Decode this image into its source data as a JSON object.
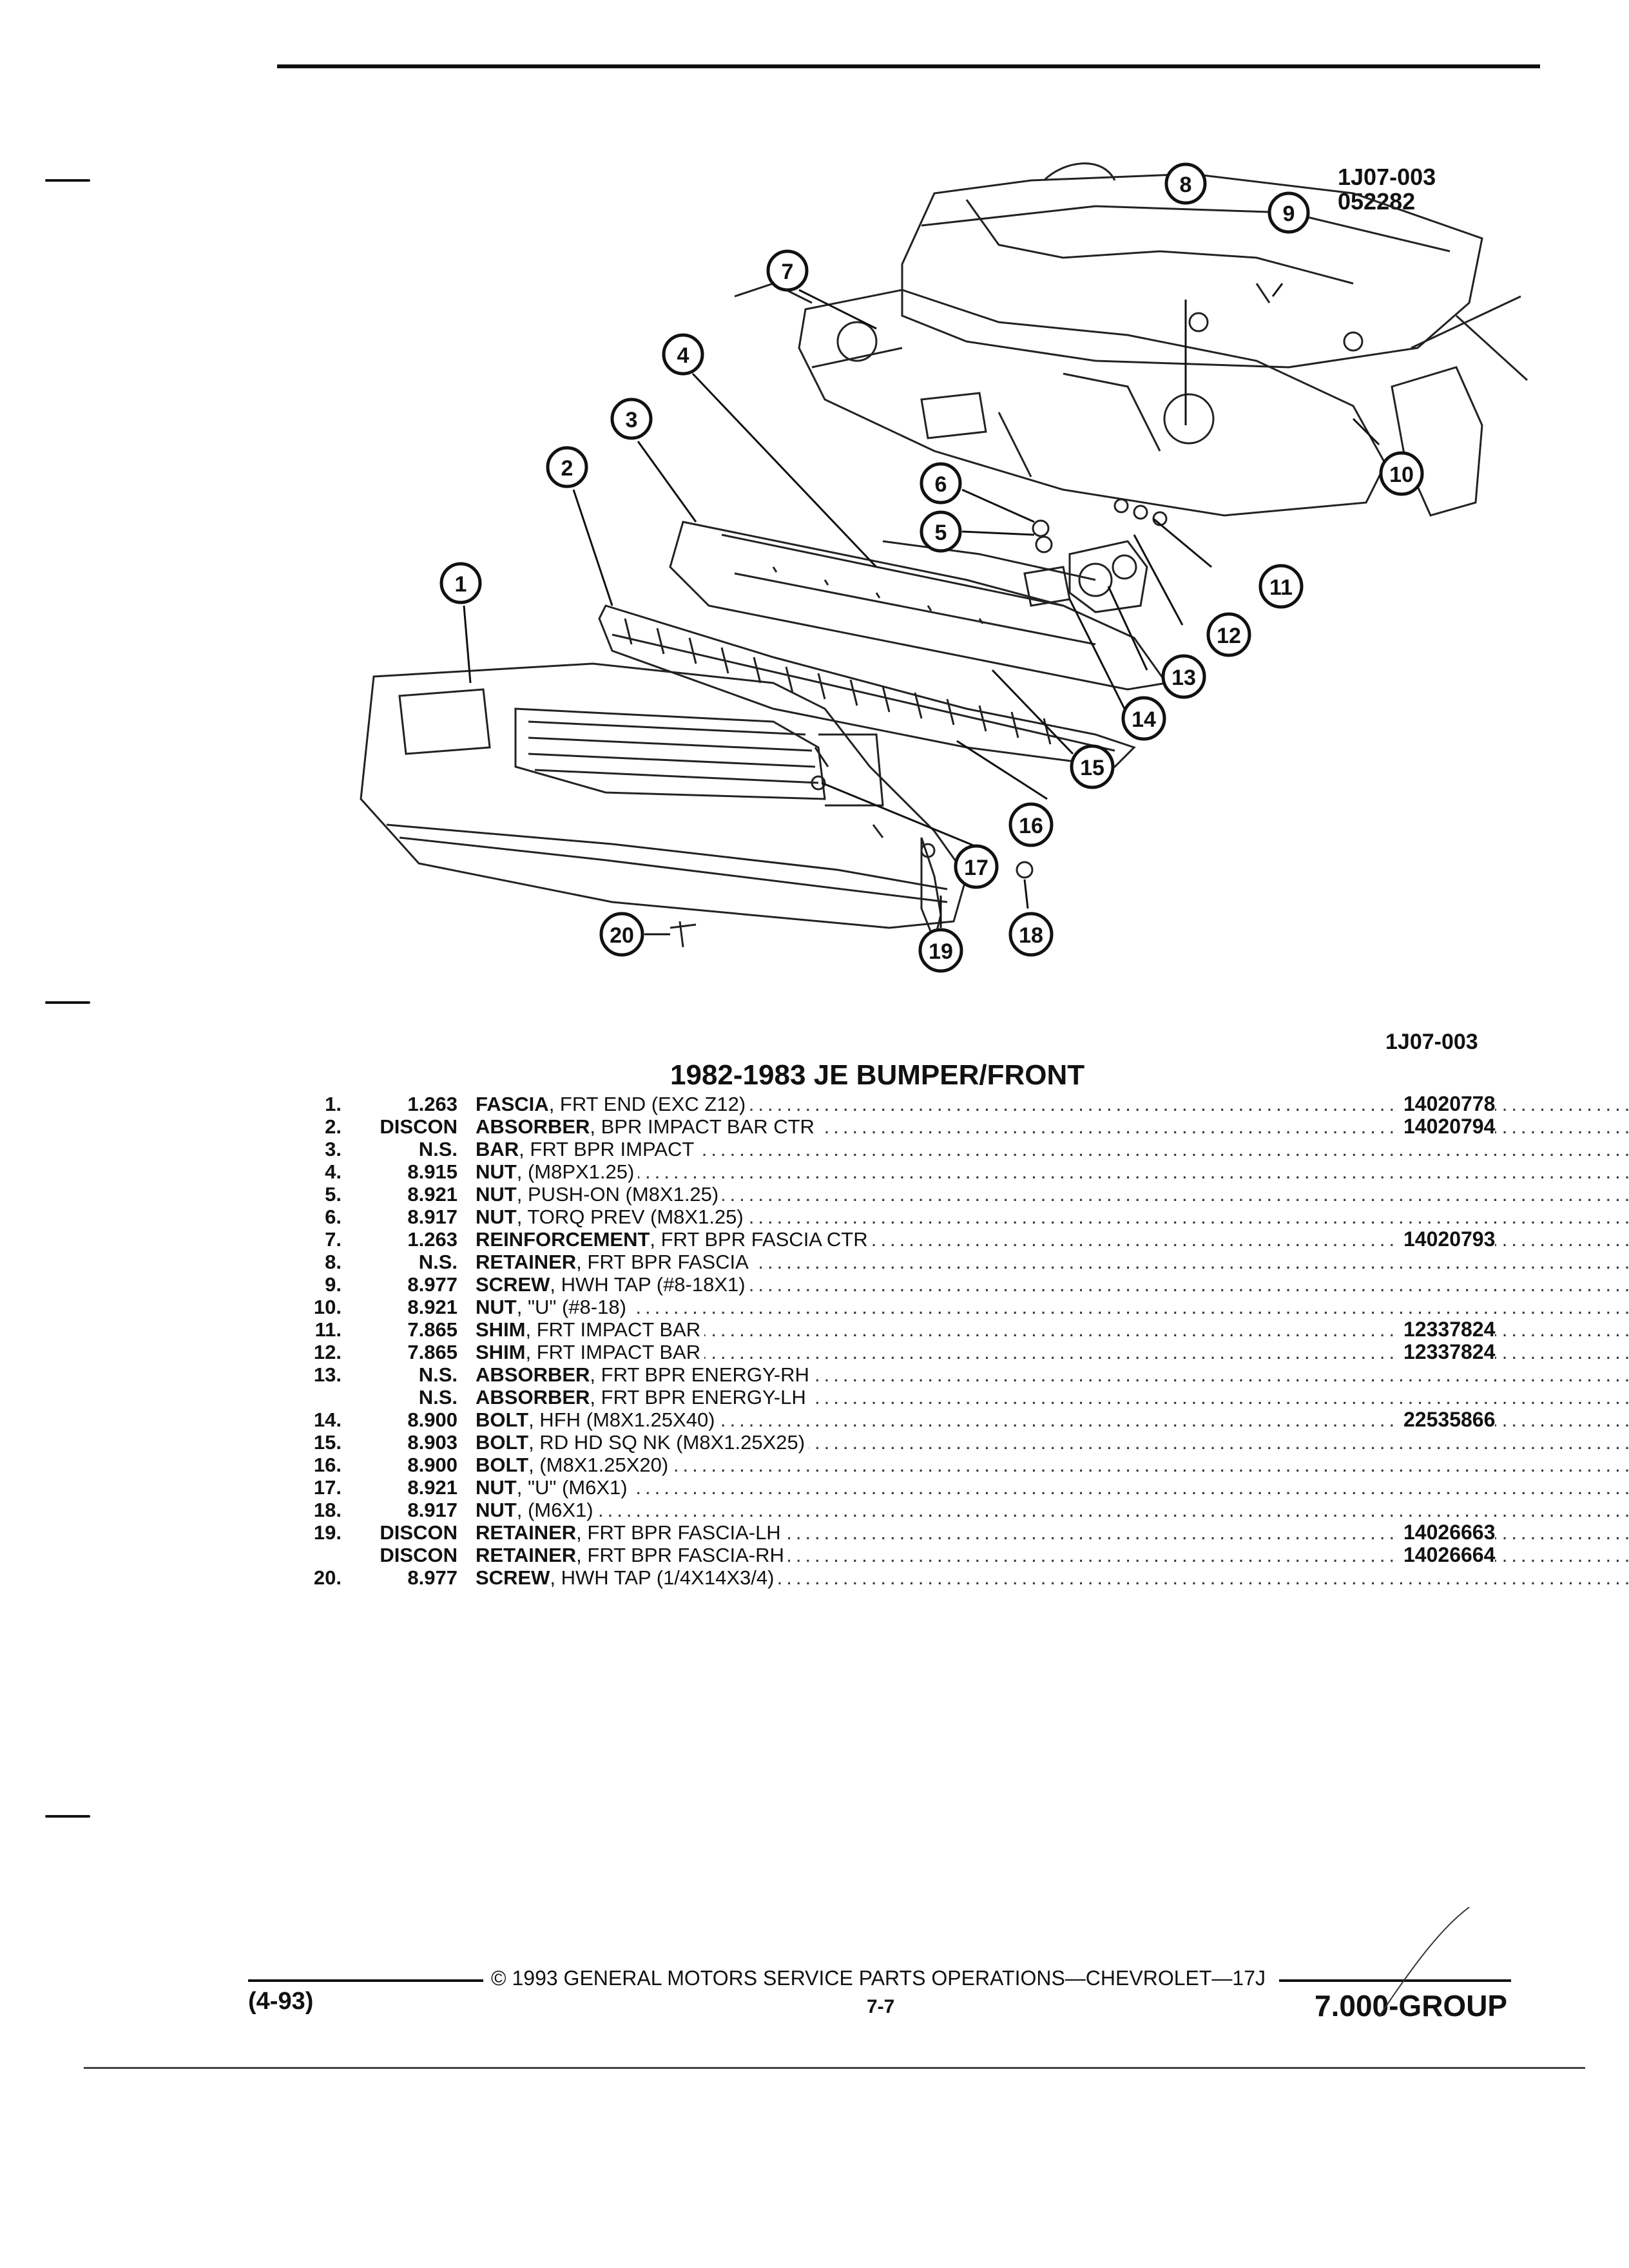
{
  "header": {
    "ref_code": "1J07-003",
    "ref_date": "052282"
  },
  "diagram": {
    "callouts": [
      "1",
      "2",
      "3",
      "4",
      "5",
      "6",
      "7",
      "8",
      "9",
      "10",
      "11",
      "12",
      "13",
      "14",
      "15",
      "16",
      "17",
      "18",
      "19",
      "20"
    ],
    "figure_code": "1J07-003"
  },
  "title": "1982-1983 JE BUMPER/FRONT",
  "parts": [
    {
      "num": "1.",
      "code": "1.263",
      "name": "FASCIA",
      "desc": ", FRT END (EXC Z12)",
      "part": "14020778"
    },
    {
      "num": "2.",
      "code": "DISCON",
      "name": "ABSORBER",
      "desc": ", BPR IMPACT BAR CTR",
      "part": "14020794"
    },
    {
      "num": "3.",
      "code": "N.S.",
      "name": "BAR",
      "desc": ", FRT BPR IMPACT",
      "part": ""
    },
    {
      "num": "4.",
      "code": "8.915",
      "name": "NUT",
      "desc": ", (M8PX1.25)",
      "part": ""
    },
    {
      "num": "5.",
      "code": "8.921",
      "name": "NUT",
      "desc": ", PUSH-ON (M8X1.25)",
      "part": ""
    },
    {
      "num": "6.",
      "code": "8.917",
      "name": "NUT",
      "desc": ", TORQ PREV (M8X1.25)",
      "part": ""
    },
    {
      "num": "7.",
      "code": "1.263",
      "name": "REINFORCEMENT",
      "desc": ", FRT BPR FASCIA CTR",
      "part": "14020793"
    },
    {
      "num": "8.",
      "code": "N.S.",
      "name": "RETAINER",
      "desc": ", FRT BPR FASCIA",
      "part": ""
    },
    {
      "num": "9.",
      "code": "8.977",
      "name": "SCREW",
      "desc": ", HWH TAP (#8-18X1)",
      "part": ""
    },
    {
      "num": "10.",
      "code": "8.921",
      "name": "NUT",
      "desc": ", \"U\" (#8-18)",
      "part": ""
    },
    {
      "num": "11.",
      "code": "7.865",
      "name": "SHIM",
      "desc": ", FRT IMPACT BAR",
      "part": "12337824"
    },
    {
      "num": "12.",
      "code": "7.865",
      "name": "SHIM",
      "desc": ", FRT IMPACT BAR",
      "part": "12337824"
    },
    {
      "num": "13.",
      "code": "N.S.",
      "name": "ABSORBER",
      "desc": ", FRT BPR ENERGY-RH",
      "part": ""
    },
    {
      "num": "",
      "code": "N.S.",
      "name": "ABSORBER",
      "desc": ", FRT BPR ENERGY-LH",
      "part": ""
    },
    {
      "num": "14.",
      "code": "8.900",
      "name": "BOLT",
      "desc": ", HFH (M8X1.25X40)",
      "part": "22535866"
    },
    {
      "num": "15.",
      "code": "8.903",
      "name": "BOLT",
      "desc": ", RD HD SQ NK (M8X1.25X25)",
      "part": ""
    },
    {
      "num": "16.",
      "code": "8.900",
      "name": "BOLT",
      "desc": ", (M8X1.25X20)",
      "part": ""
    },
    {
      "num": "17.",
      "code": "8.921",
      "name": "NUT",
      "desc": ", \"U\" (M6X1)",
      "part": ""
    },
    {
      "num": "18.",
      "code": "8.917",
      "name": "NUT",
      "desc": ", (M6X1)",
      "part": ""
    },
    {
      "num": "19.",
      "code": "DISCON",
      "name": "RETAINER",
      "desc": ", FRT BPR FASCIA-LH",
      "part": "14026663"
    },
    {
      "num": "",
      "code": "DISCON",
      "name": "RETAINER",
      "desc": ", FRT BPR FASCIA-RH",
      "part": "14026664"
    },
    {
      "num": "20.",
      "code": "8.977",
      "name": "SCREW",
      "desc": ", HWH TAP (1/4X14X3/4)",
      "part": ""
    }
  ],
  "footer": {
    "date_code": "(4-93)",
    "copyright": "© 1993 GENERAL MOTORS SERVICE PARTS OPERATIONS—CHEVROLET—17J",
    "page": "7-7",
    "group": "7.000-GROUP"
  }
}
